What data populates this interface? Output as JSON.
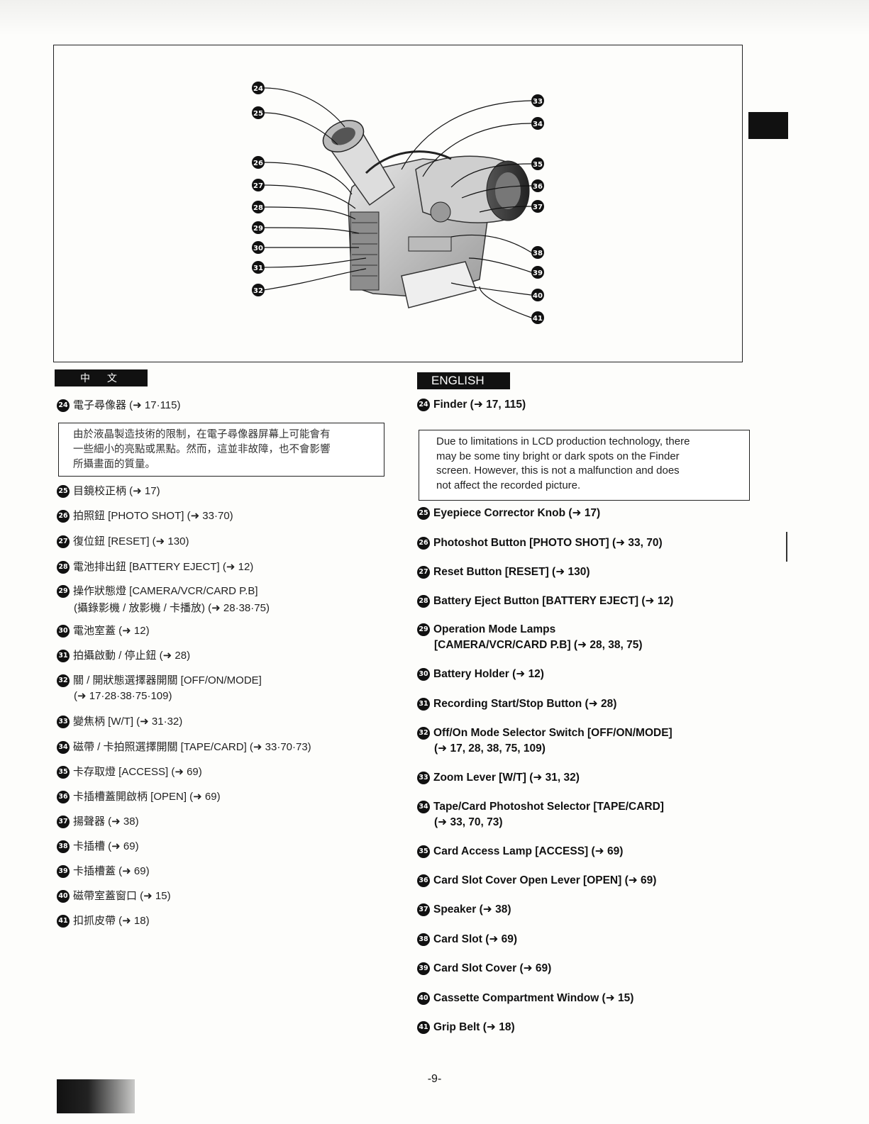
{
  "figure": {
    "left_callouts": [
      "24",
      "25",
      "26",
      "27",
      "28",
      "29",
      "30",
      "31",
      "32"
    ],
    "right_callouts": [
      "33",
      "34",
      "35",
      "36",
      "37",
      "38",
      "39",
      "40",
      "41"
    ]
  },
  "chinese": {
    "header": "中 文",
    "note": [
      "由於液晶製造技術的限制，在電子尋像器屏幕上可能會有",
      "一些細小的亮點或黑點。然而，這並非故障，也不會影響",
      "所攝畫面的質量。"
    ],
    "items": [
      {
        "num": "24",
        "text": "電子尋像器 (➜ 17·115)"
      },
      {
        "num": "25",
        "text": "目鏡校正柄 (➜ 17)"
      },
      {
        "num": "26",
        "text": "拍照鈕 [PHOTO SHOT] (➜ 33·70)"
      },
      {
        "num": "27",
        "text": "復位鈕 [RESET] (➜ 130)"
      },
      {
        "num": "28",
        "text": "電池排出鈕 [BATTERY EJECT] (➜ 12)"
      },
      {
        "num": "29",
        "text": "操作狀態燈 [CAMERA/VCR/CARD P.B]",
        "sub": "(攝錄影機 / 放影機 / 卡播放) (➜ 28·38·75)"
      },
      {
        "num": "30",
        "text": "電池室蓋 (➜ 12)"
      },
      {
        "num": "31",
        "text": "拍攝啟動 / 停止鈕 (➜ 28)"
      },
      {
        "num": "32",
        "text": "關 / 開狀態選擇器開關 [OFF/ON/MODE]",
        "sub": "(➜ 17·28·38·75·109)"
      },
      {
        "num": "33",
        "text": "變焦柄 [W/T] (➜ 31·32)"
      },
      {
        "num": "34",
        "text": "磁帶 / 卡拍照選擇開關 [TAPE/CARD] (➜ 33·70·73)"
      },
      {
        "num": "35",
        "text": "卡存取燈 [ACCESS] (➜ 69)"
      },
      {
        "num": "36",
        "text": "卡插槽蓋開啟柄 [OPEN] (➜ 69)"
      },
      {
        "num": "37",
        "text": "揚聲器 (➜ 38)"
      },
      {
        "num": "38",
        "text": "卡插槽 (➜ 69)"
      },
      {
        "num": "39",
        "text": "卡插槽蓋 (➜ 69)"
      },
      {
        "num": "40",
        "text": "磁帶室蓋窗口 (➜ 15)"
      },
      {
        "num": "41",
        "text": "扣抓皮帶 (➜ 18)"
      }
    ]
  },
  "english": {
    "header": "ENGLISH",
    "note": [
      "Due to limitations in LCD production technology, there",
      "may be some tiny bright or dark spots on the Finder",
      "screen. However, this is not a malfunction and does",
      "not affect the recorded picture."
    ],
    "items": [
      {
        "num": "24",
        "text": "Finder (➜ 17, 115)"
      },
      {
        "num": "25",
        "text": "Eyepiece Corrector Knob (➜ 17)"
      },
      {
        "num": "26",
        "text": "Photoshot Button [PHOTO SHOT] (➜ 33, 70)"
      },
      {
        "num": "27",
        "text": "Reset Button [RESET] (➜ 130)"
      },
      {
        "num": "28",
        "text": "Battery Eject Button [BATTERY EJECT] (➜ 12)"
      },
      {
        "num": "29",
        "text": "Operation Mode Lamps",
        "sub": "[CAMERA/VCR/CARD P.B] (➜ 28, 38, 75)"
      },
      {
        "num": "30",
        "text": "Battery Holder (➜ 12)"
      },
      {
        "num": "31",
        "text": "Recording Start/Stop Button (➜ 28)"
      },
      {
        "num": "32",
        "text": "Off/On Mode Selector Switch [OFF/ON/MODE]",
        "sub": "(➜ 17, 28, 38, 75, 109)"
      },
      {
        "num": "33",
        "text": "Zoom Lever [W/T] (➜ 31, 32)"
      },
      {
        "num": "34",
        "text": "Tape/Card Photoshot Selector [TAPE/CARD]",
        "sub": "(➜ 33, 70, 73)"
      },
      {
        "num": "35",
        "text": "Card Access Lamp [ACCESS] (➜ 69)"
      },
      {
        "num": "36",
        "text": "Card Slot Cover Open Lever [OPEN] (➜ 69)"
      },
      {
        "num": "37",
        "text": "Speaker (➜ 38)"
      },
      {
        "num": "38",
        "text": "Card Slot (➜ 69)"
      },
      {
        "num": "39",
        "text": "Card Slot Cover (➜ 69)"
      },
      {
        "num": "40",
        "text": "Cassette Compartment Window (➜ 15)"
      },
      {
        "num": "41",
        "text": "Grip Belt (➜ 18)"
      }
    ]
  },
  "page_number": "-9-"
}
